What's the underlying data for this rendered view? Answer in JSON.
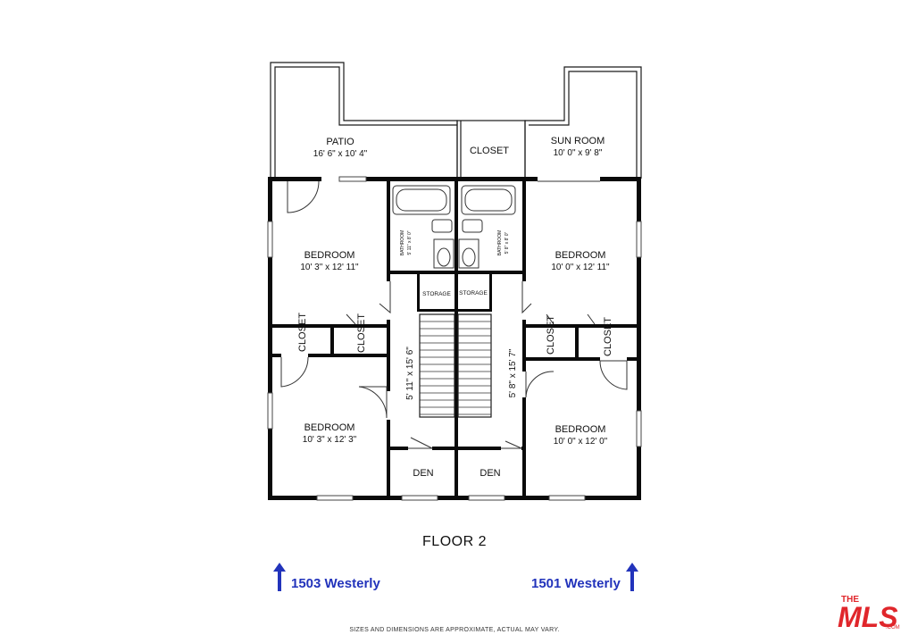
{
  "rooms": {
    "patio": {
      "name": "PATIO",
      "dims": "16' 6\" x 10' 4\""
    },
    "sunroom": {
      "name": "SUN ROOM",
      "dims": "10' 0\" x 9' 8\""
    },
    "closet_top": {
      "name": "CLOSET"
    },
    "bedroom_ul": {
      "name": "BEDROOM",
      "dims": "10' 3\" x 12' 11\""
    },
    "bedroom_ur": {
      "name": "BEDROOM",
      "dims": "10' 0\" x 12' 11\""
    },
    "bedroom_ll": {
      "name": "BEDROOM",
      "dims": "10' 3\" x 12' 3\""
    },
    "bedroom_lr": {
      "name": "BEDROOM",
      "dims": "10' 0\" x 12' 0\""
    },
    "bathroom_l": {
      "name": "BATHROOM",
      "dims": "5' 11\" x 8' 0\""
    },
    "bathroom_r": {
      "name": "BATHROOM",
      "dims": "5' 8\" x 8' 0\""
    },
    "storage_l": {
      "name": "STORAGE"
    },
    "storage_r": {
      "name": "STORAGE"
    },
    "closet_l1": {
      "name": "CLOSET"
    },
    "closet_l2": {
      "name": "CLOSET"
    },
    "closet_r1": {
      "name": "CLOSET"
    },
    "closet_r2": {
      "name": "CLOSET"
    },
    "hall_l": {
      "dims": "5' 11\" x 15' 6\""
    },
    "hall_r": {
      "dims": "5' 8\" x 15' 7\""
    },
    "den_l": {
      "name": "DEN"
    },
    "den_r": {
      "name": "DEN"
    }
  },
  "floor_title": "FLOOR 2",
  "addresses": {
    "left": "1503 Westerly",
    "right": "1501 Westerly"
  },
  "disclaimer": "SIZES AND DIMENSIONS ARE APPROXIMATE, ACTUAL MAY VARY.",
  "logo": {
    "top": "THE",
    "main": "MLS",
    "sub": ".COM",
    "color": "#e0262b"
  },
  "colors": {
    "address": "#2233bb",
    "wall": "#0a0a0a"
  },
  "icons": {
    "arrow": "up-arrow-icon"
  }
}
